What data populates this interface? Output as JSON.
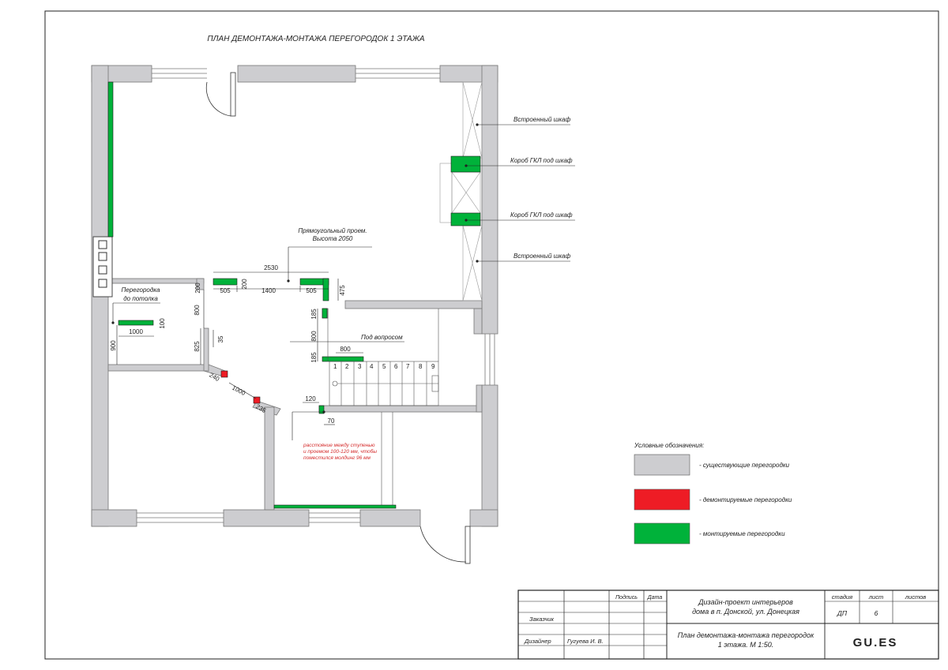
{
  "title": "ПЛАН ДЕМОНТАЖА-МОНТАЖА ПЕРЕГОРОДОК 1 ЭТАЖА",
  "colors": {
    "existing": "#cdcdd0",
    "demolished": "#ee1c25",
    "mounted": "#00b23a",
    "note": "#d42a2a"
  },
  "callouts": {
    "wardrobe_top": "Встроенный шкаф",
    "box_top": "Короб ГКЛ под шкаф",
    "box_bottom": "Короб ГКЛ под шкаф",
    "wardrobe_bottom": "Встроенный шкаф",
    "opening_line1": "Прямоугольный проем.",
    "opening_line2": "Высота 2050",
    "partition_line1": "Перегородка",
    "partition_line2": "до потолка",
    "question": "Под вопросом"
  },
  "note": {
    "line1": "расстояние между ступенью",
    "line2": "и проемом 100-120 мм, чтобы",
    "line3": "поместился молдинг 96 мм"
  },
  "dimensions": {
    "d2530": "2530",
    "d505a": "505",
    "d1400": "1400",
    "d505b": "505",
    "d200a": "200",
    "d200b": "200",
    "d475": "475",
    "d800a": "800",
    "d825": "825",
    "d35": "35",
    "d1000a": "1000",
    "d100": "100",
    "d900": "900",
    "d185a": "185",
    "d800b": "800",
    "d185b": "185",
    "d800c": "800",
    "d120": "120",
    "d70": "70",
    "d240": "240",
    "d1000b": "1000",
    "d235": "235"
  },
  "stairs": [
    "1",
    "2",
    "3",
    "4",
    "5",
    "6",
    "7",
    "8",
    "9"
  ],
  "legend": {
    "title": "Условные обозначения:",
    "items": [
      {
        "label": "- существующие перегородки",
        "color": "#cdcdd0"
      },
      {
        "label": "- демонтируемые перегородки",
        "color": "#ee1c25"
      },
      {
        "label": "- монтируемые перегородки",
        "color": "#00b23a"
      }
    ]
  },
  "title_block": {
    "podpis": "Подпись",
    "data": "Дата",
    "zakazchik": "Заказчик",
    "dizayner": "Дизайнер",
    "designer_name": "Гугуева И. В.",
    "project_line1": "Дизайн-проект интерьеров",
    "project_line2": "дома в п. Донской, ул. Донецкая",
    "stage_label": "стадия",
    "sheet_label": "лист",
    "sheets_label": "листов",
    "stage": "ДП",
    "sheet": "6",
    "sheets": "",
    "plan_line1": "План демонтажа-монтажа перегородок",
    "plan_line2": "1 этажа. М 1:50.",
    "logo": "GU.ES"
  }
}
